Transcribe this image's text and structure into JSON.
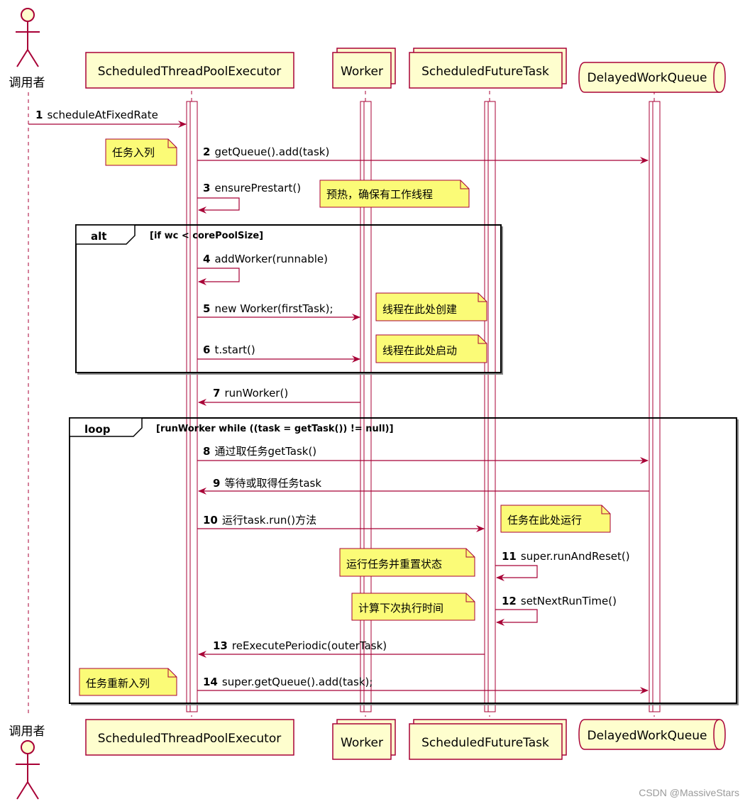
{
  "colors": {
    "participant_fill": "#FEFECE",
    "border": "#A80036",
    "note_fill": "#FBFB77",
    "frame": "#000000",
    "watermark": "#9a9a9a"
  },
  "actor": {
    "name": "调用者",
    "icon": "stick-figure-icon"
  },
  "participants": [
    {
      "id": "executor",
      "name": "ScheduledThreadPoolExecutor",
      "shape": "box"
    },
    {
      "id": "worker",
      "name": "Worker",
      "shape": "collection"
    },
    {
      "id": "future",
      "name": "ScheduledFutureTask",
      "shape": "collection"
    },
    {
      "id": "queue",
      "name": "DelayedWorkQueue",
      "shape": "queue"
    }
  ],
  "messages": [
    {
      "num": "1",
      "text": "scheduleAtFixedRate",
      "from": "caller",
      "to": "executor"
    },
    {
      "num": "2",
      "text": "getQueue().add(task)",
      "from": "executor",
      "to": "queue"
    },
    {
      "num": "3",
      "text": "ensurePrestart()",
      "from": "executor",
      "to": "executor"
    },
    {
      "num": "4",
      "text": "addWorker(runnable)",
      "from": "executor",
      "to": "executor"
    },
    {
      "num": "5",
      "text": "new Worker(firstTask);",
      "from": "executor",
      "to": "worker"
    },
    {
      "num": "6",
      "text": "t.start()",
      "from": "executor",
      "to": "worker"
    },
    {
      "num": "7",
      "text": "runWorker()",
      "from": "worker",
      "to": "executor"
    },
    {
      "num": "8",
      "text": "通过取任务getTask()",
      "from": "executor",
      "to": "queue"
    },
    {
      "num": "9",
      "text": "等待或取得任务task",
      "from": "queue",
      "to": "executor"
    },
    {
      "num": "10",
      "text": "运行task.run()方法",
      "from": "executor",
      "to": "future"
    },
    {
      "num": "11",
      "text": "super.runAndReset()",
      "from": "future",
      "to": "future"
    },
    {
      "num": "12",
      "text": "setNextRunTime()",
      "from": "future",
      "to": "future"
    },
    {
      "num": "13",
      "text": "reExecutePeriodic(outerTask)",
      "from": "future",
      "to": "executor"
    },
    {
      "num": "14",
      "text": "super.getQueue().add(task);",
      "from": "executor",
      "to": "queue"
    }
  ],
  "notes": [
    {
      "id": "n1",
      "text": "任务入列"
    },
    {
      "id": "n2",
      "text": "预热，确保有工作线程"
    },
    {
      "id": "n3",
      "text": "线程在此处创建"
    },
    {
      "id": "n4",
      "text": "线程在此处启动"
    },
    {
      "id": "n5",
      "text": "任务在此处运行"
    },
    {
      "id": "n6",
      "text": "运行任务并重置状态"
    },
    {
      "id": "n7",
      "text": "计算下次执行时间"
    },
    {
      "id": "n8",
      "text": "任务重新入列"
    }
  ],
  "fragments": [
    {
      "id": "alt",
      "keyword": "alt",
      "condition": "[if wc < corePoolSize]"
    },
    {
      "id": "loop",
      "keyword": "loop",
      "condition": "[runWorker  while ((task = getTask()) != null)]"
    }
  ],
  "watermark": "CSDN @MassiveStars"
}
